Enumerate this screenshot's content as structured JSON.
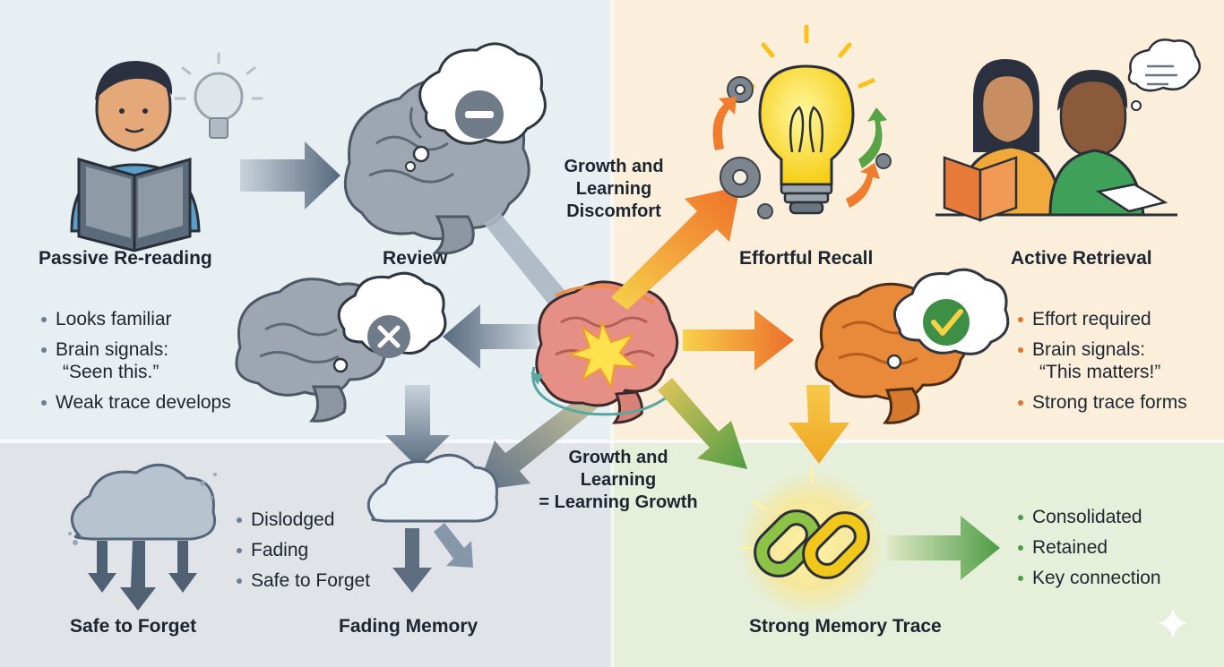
{
  "colors": {
    "cool_bullet": "#6a7f94",
    "warm_bullet": "#e0742f",
    "green_bullet": "#4f9a4a",
    "arrow_grey": "#5d7086",
    "arrow_orange": "#ef7d2d",
    "arrow_green": "#58a345"
  },
  "labels": {
    "passive": "Passive Re-reading",
    "review": "Review",
    "effortful": "Effortful Recall",
    "active": "Active Retrieval",
    "safe": "Safe to Forget",
    "fading": "Fading Memory",
    "strong": "Strong Memory Trace"
  },
  "center_top": [
    "Growth and",
    "Learning",
    "Discomfort"
  ],
  "center_bottom": [
    "Growth and",
    "Learning",
    "= Learning Growth"
  ],
  "bullets_left": [
    {
      "text": "Looks familiar",
      "sub": ""
    },
    {
      "text": "Brain signals:",
      "sub": "“Seen this.”"
    },
    {
      "text": "Weak trace develops",
      "sub": ""
    }
  ],
  "bullets_right": [
    {
      "text": "Effort required",
      "sub": ""
    },
    {
      "text": "Brain signals:",
      "sub": "“This matters!”"
    },
    {
      "text": "Strong trace forms",
      "sub": ""
    }
  ],
  "bullets_fade": [
    "Dislodged",
    "Fading",
    "Safe to Forget"
  ],
  "bullets_strong": [
    "Consolidated",
    "Retained",
    "Key connection"
  ],
  "icons": [
    "person-reading-icon",
    "dim-bulb-icon",
    "grey-brain-icon",
    "minus-thought-icon",
    "cross-thought-icon",
    "central-brain-icon",
    "bright-bulb-icon",
    "gear-icon",
    "students-icon",
    "orange-brain-icon",
    "check-thought-icon",
    "storm-cloud-icon",
    "fading-cloud-icon",
    "chain-link-icon",
    "sparkle-icon"
  ]
}
